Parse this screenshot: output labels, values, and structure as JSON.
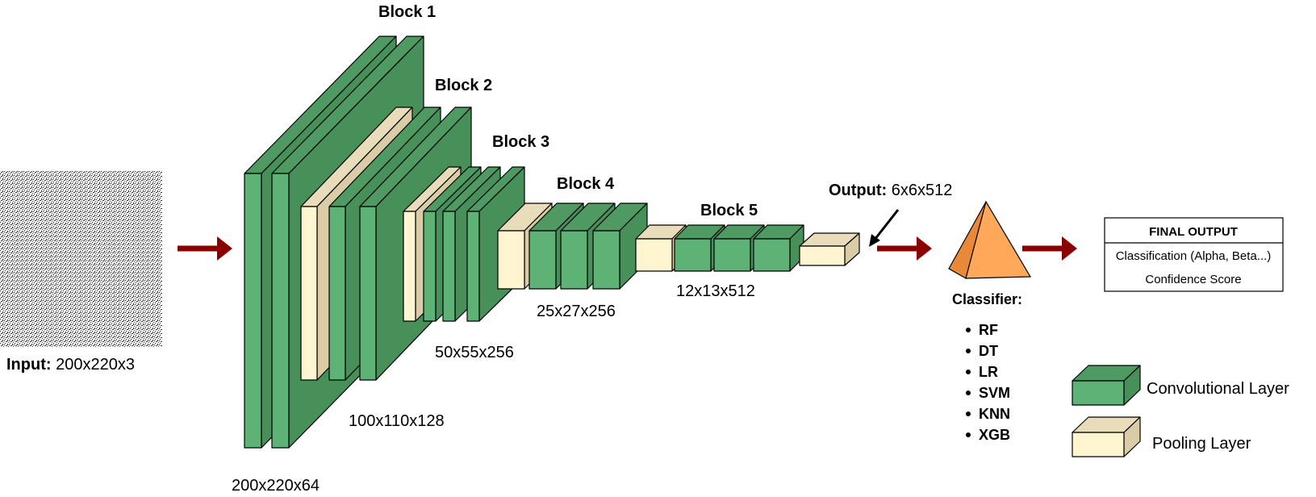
{
  "colors": {
    "conv_front": "#5eb275",
    "conv_top": "#4e9a62",
    "conv_side": "#47905a",
    "pool_front": "#fff6d1",
    "pool_top": "#e8dcba",
    "pool_side": "#d9cca6",
    "arrow": "#8b0000",
    "pyramid_front": "#ffa85a",
    "pyramid_side": "#e8893a"
  },
  "input": {
    "label_bold": "Input:",
    "label_value": "200x220x3"
  },
  "blocks": {
    "b1": {
      "title": "Block 1",
      "dims": "200x220x64"
    },
    "b2": {
      "title": "Block 2",
      "dims": "100x110x128"
    },
    "b3": {
      "title": "Block 3",
      "dims": "50x55x256"
    },
    "b4": {
      "title": "Block 4",
      "dims": "25x27x256"
    },
    "b5": {
      "title": "Block 5",
      "dims": "12x13x512"
    }
  },
  "output": {
    "label_bold": "Output:",
    "label_value": "6x6x512"
  },
  "classifier": {
    "title": "Classifier:",
    "items": [
      "RF",
      "DT",
      "LR",
      "SVM",
      "KNN",
      "XGB"
    ],
    "icon": "pyramid-icon"
  },
  "final_output": {
    "title": "FINAL OUTPUT",
    "line1": "Classification (Alpha, Beta...)",
    "line2": "Confidence Score"
  },
  "legend": {
    "conv": "Convolutional Layer",
    "pool": "Pooling Layer"
  }
}
